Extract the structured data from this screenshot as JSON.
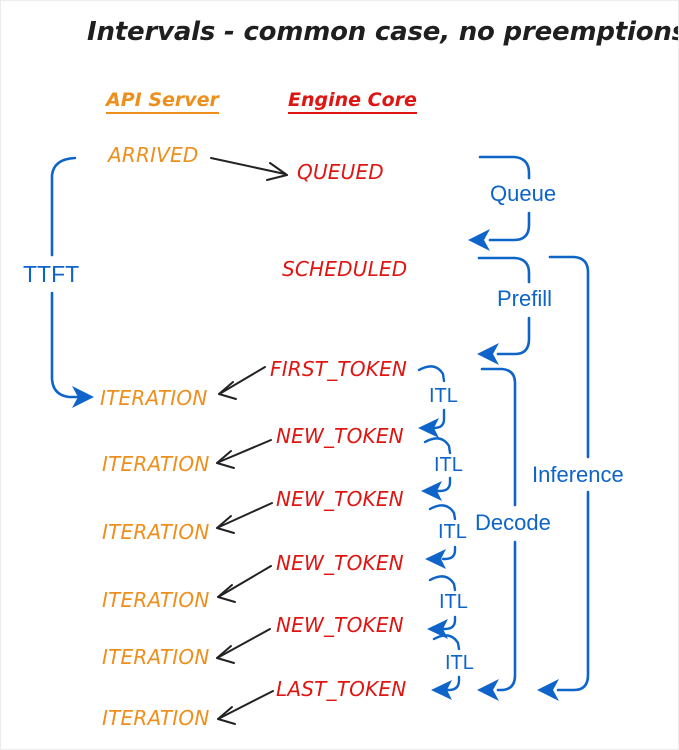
{
  "title": "Intervals - common case, no preemptions",
  "columns": {
    "api_server": "API Server",
    "engine_core": "Engine Core"
  },
  "api_events": {
    "arrived": "ARRIVED",
    "iterations": [
      "ITERATION",
      "ITERATION",
      "ITERATION",
      "ITERATION",
      "ITERATION",
      "ITERATION"
    ]
  },
  "engine_events": {
    "queued": "QUEUED",
    "scheduled": "SCHEDULED",
    "first_token": "FIRST_TOKEN",
    "new_tokens": [
      "NEW_TOKEN",
      "NEW_TOKEN",
      "NEW_TOKEN",
      "NEW_TOKEN"
    ],
    "last_token": "LAST_TOKEN"
  },
  "intervals": {
    "ttft": "TTFT",
    "queue": "Queue",
    "prefill": "Prefill",
    "decode": "Decode",
    "inference": "Inference",
    "itl": [
      "ITL",
      "ITL",
      "ITL",
      "ITL",
      "ITL"
    ]
  },
  "colors": {
    "api_orange": "#EE8F1D",
    "engine_red": "#DF1512",
    "interval_blue": "#0E64C8",
    "arrow_black": "#222222"
  }
}
